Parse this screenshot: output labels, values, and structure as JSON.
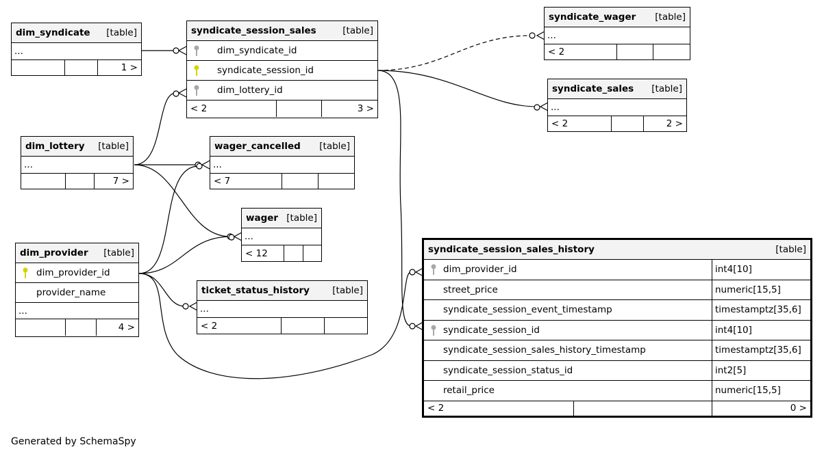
{
  "generated_by": "Generated by SchemaSpy",
  "colors": {
    "primary_key": "#d4d400",
    "foreign_key": "#a8a8a8",
    "line": "#000000",
    "header_bg": "#f3f3f3"
  },
  "tables": {
    "dim_syndicate": {
      "name": "dim_syndicate",
      "type": "[table]",
      "ellipsis": "...",
      "parents": "",
      "children": "1 >"
    },
    "syndicate_session_sales": {
      "name": "syndicate_session_sales",
      "type": "[table]",
      "columns": [
        {
          "name": "dim_syndicate_id",
          "key": "fk"
        },
        {
          "name": "syndicate_session_id",
          "key": "pk"
        },
        {
          "name": "dim_lottery_id",
          "key": "fk"
        }
      ],
      "parents": "< 2",
      "children": "3 >"
    },
    "syndicate_wager": {
      "name": "syndicate_wager",
      "type": "[table]",
      "ellipsis": "...",
      "parents": "< 2",
      "children": ""
    },
    "syndicate_sales": {
      "name": "syndicate_sales",
      "type": "[table]",
      "ellipsis": "...",
      "parents": "< 2",
      "children": "2 >"
    },
    "dim_lottery": {
      "name": "dim_lottery",
      "type": "[table]",
      "ellipsis": "...",
      "parents": "",
      "children": "7 >"
    },
    "wager_cancelled": {
      "name": "wager_cancelled",
      "type": "[table]",
      "ellipsis": "...",
      "parents": "< 7",
      "children": ""
    },
    "wager": {
      "name": "wager",
      "type": "[table]",
      "ellipsis": "...",
      "parents": "< 12",
      "children": ""
    },
    "dim_provider": {
      "name": "dim_provider",
      "type": "[table]",
      "columns": [
        {
          "name": "dim_provider_id",
          "key": "pk"
        },
        {
          "name": "provider_name",
          "key": ""
        }
      ],
      "ellipsis": "...",
      "parents": "",
      "children": "4 >"
    },
    "ticket_status_history": {
      "name": "ticket_status_history",
      "type": "[table]",
      "ellipsis": "...",
      "parents": "< 2",
      "children": ""
    },
    "syndicate_session_sales_history": {
      "name": "syndicate_session_sales_history",
      "type": "[table]",
      "columns": [
        {
          "name": "dim_provider_id",
          "type": "int4[10]",
          "key": "fk"
        },
        {
          "name": "street_price",
          "type": "numeric[15,5]",
          "key": ""
        },
        {
          "name": "syndicate_session_event_timestamp",
          "type": "timestamptz[35,6]",
          "key": ""
        },
        {
          "name": "syndicate_session_id",
          "type": "int4[10]",
          "key": "fk"
        },
        {
          "name": "syndicate_session_sales_history_timestamp",
          "type": "timestamptz[35,6]",
          "key": ""
        },
        {
          "name": "syndicate_session_status_id",
          "type": "int2[5]",
          "key": ""
        },
        {
          "name": "retail_price",
          "type": "numeric[15,5]",
          "key": ""
        }
      ],
      "parents": "< 2",
      "children": "0 >"
    }
  }
}
